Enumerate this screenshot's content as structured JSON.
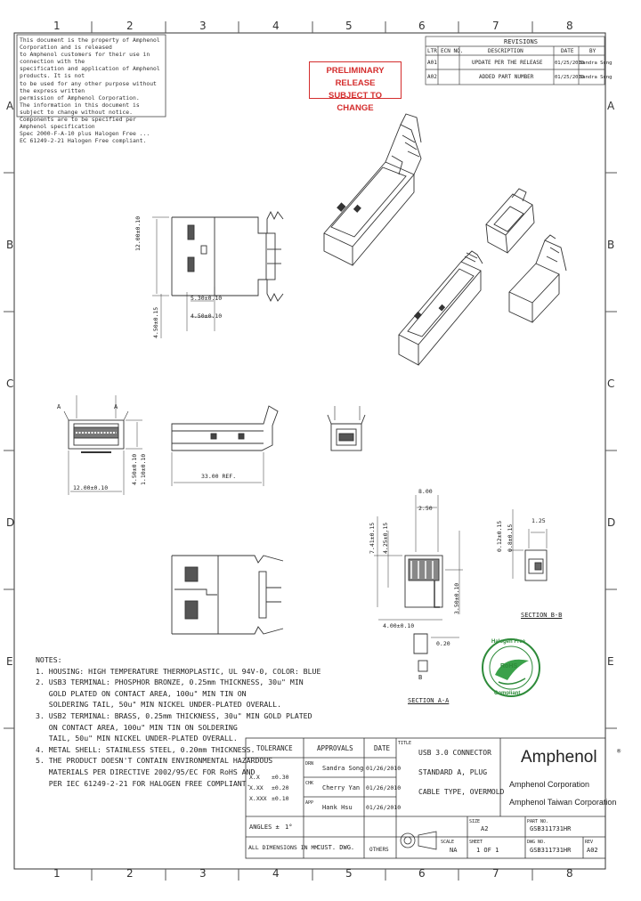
{
  "zones": {
    "top": [
      "1",
      "2",
      "3",
      "4",
      "5",
      "6",
      "7",
      "8"
    ],
    "bottom": [
      "1",
      "2",
      "3",
      "4",
      "5",
      "6",
      "7",
      "8"
    ],
    "left": [
      "A",
      "B",
      "C",
      "D",
      "E"
    ],
    "right": [
      "A",
      "B",
      "C",
      "D",
      "E"
    ]
  },
  "notice_lines": [
    "This document is the property of Amphenol Corporation and is released",
    "to Amphenol customers for their use in connection with the",
    "specification and application of Amphenol products. It is not",
    "to be used for any other purpose without the express written",
    "permission of Amphenol Corporation.",
    "The information in this document is subject to change without notice.",
    "Components are to be specified per Amphenol specification",
    "Spec 2000-F-A-10 plus Halogen Free ...",
    "EC 61249-2-21 Halogen Free compliant."
  ],
  "revisions": {
    "title": "REVISIONS",
    "headers": [
      "LTR",
      "ECN NO.",
      "DESCRIPTION",
      "DATE",
      "BY"
    ],
    "rows": [
      [
        "A01",
        "",
        "UPDATE PER THE RELEASE",
        "01/25/2010",
        "Sandra Song"
      ],
      [
        "A02",
        "",
        "ADDED PART NUMBER",
        "01/25/2010",
        "Sandra Song"
      ]
    ]
  },
  "stamp": {
    "line1": "PRELIMINARY RELEASE",
    "line2": "SUBJECT TO CHANGE"
  },
  "dimensions": {
    "top_v1": "12.00±0.10",
    "top_h1": "5.30±0.10",
    "top_h2": "4.50±0.10",
    "top_v2": "4.50±0.15",
    "side_len": "33.00 REF.",
    "front_w": "12.00±0.10",
    "front_h1": "1.10±0.10",
    "front_h2": "4.50±0.10",
    "sec_top": "8.00",
    "sec_h": "2.50",
    "sec_v1": "7.41±0.15",
    "sec_v2": "4.25±0.15",
    "sec_v3": "3.50±0.10",
    "sec_w1": "4.00±0.10",
    "sec_w2": "0.20",
    "secb_v1": "0.12±0.15",
    "secb_v2": "0.8±0.15",
    "secb_w": "1.25"
  },
  "labels": {
    "section_a": "SECTION A-A",
    "section_b": "SECTION B-B",
    "a_mark": "A",
    "b_mark": "B"
  },
  "notes": {
    "title": "NOTES:",
    "lines": [
      "1. HOUSING: HIGH TEMPERATURE THERMOPLASTIC, UL 94V-0, COLOR: BLUE",
      "2. USB3 TERMINAL: PHOSPHOR BRONZE, 0.25mm THICKNESS, 30u\" MIN",
      "   GOLD PLATED ON CONTACT AREA, 100u\" MIN TIN ON",
      "   SOLDERING TAIL, 50u\" MIN NICKEL UNDER-PLATED OVERALL.",
      "3. USB2 TERMINAL: BRASS, 0.25mm THICKNESS, 30u\" MIN GOLD PLATED",
      "   ON CONTACT AREA, 100u\" MIN TIN ON SOLDERING",
      "   TAIL, 50u\" MIN NICKEL UNDER-PLATED OVERALL.",
      "4. METAL SHELL: STAINLESS STEEL, 0.20mm THICKNESS.",
      "5. THE PRODUCT DOESN'T CONTAIN ENVIRONMENTAL HAZARDOUS",
      "   MATERIALS PER DIRECTIVE 2002/95/EC FOR RoHS AND",
      "   PER IEC 61249-2-21 FOR HALOGEN FREE COMPLIANT."
    ]
  },
  "title_block": {
    "tolerance_hdr": "TOLERANCE",
    "approvals_hdr": "APPROVALS",
    "date_hdr": "DATE",
    "title_hdr": "TITLE",
    "tol_rows": [
      [
        "X.X",
        "±0.30"
      ],
      [
        "X.XX",
        "±0.20"
      ],
      [
        "X.XXX",
        "±0.10"
      ]
    ],
    "angles_label": "ANGLES ±",
    "angles_value": "1°",
    "units_label": "ALL DIMENSIONS IN MM",
    "drawn_label": "DRN",
    "drawn_by": "Sandra Song",
    "drawn_date": "01/26/2010",
    "checked_label": "CHK",
    "checked_by": "Cherry Yan",
    "checked_date": "01/26/2010",
    "approved_label": "APP",
    "approved_by": "Hank Hsu",
    "approved_date": "01/26/2010",
    "cust_dwg": "CUST. DWG.",
    "cust_dwg_sub": "OTHERS",
    "title_lines": [
      "USB 3.0 CONNECTOR",
      "STANDARD A, PLUG",
      "CABLE TYPE, OVERMOLD"
    ],
    "brand": "Amphenol",
    "company_lines": [
      "Amphenol Corporation",
      "Amphenol Taiwan Corporation"
    ],
    "size_label": "SIZE",
    "size": "A2",
    "scale_label": "SCALE",
    "scale": "NA",
    "sheet_label": "SHEET",
    "sheet": "1 OF 1",
    "part_label": "PART NO.",
    "part_no": "GSB311731HR",
    "dwg_label": "DWG NO.",
    "dwg_no": "GSB311731HR",
    "rev_label": "REV",
    "rev": "A02"
  },
  "cert": {
    "top": "Halogen Free",
    "mid": "RoHS",
    "bottom": "Compliant"
  }
}
